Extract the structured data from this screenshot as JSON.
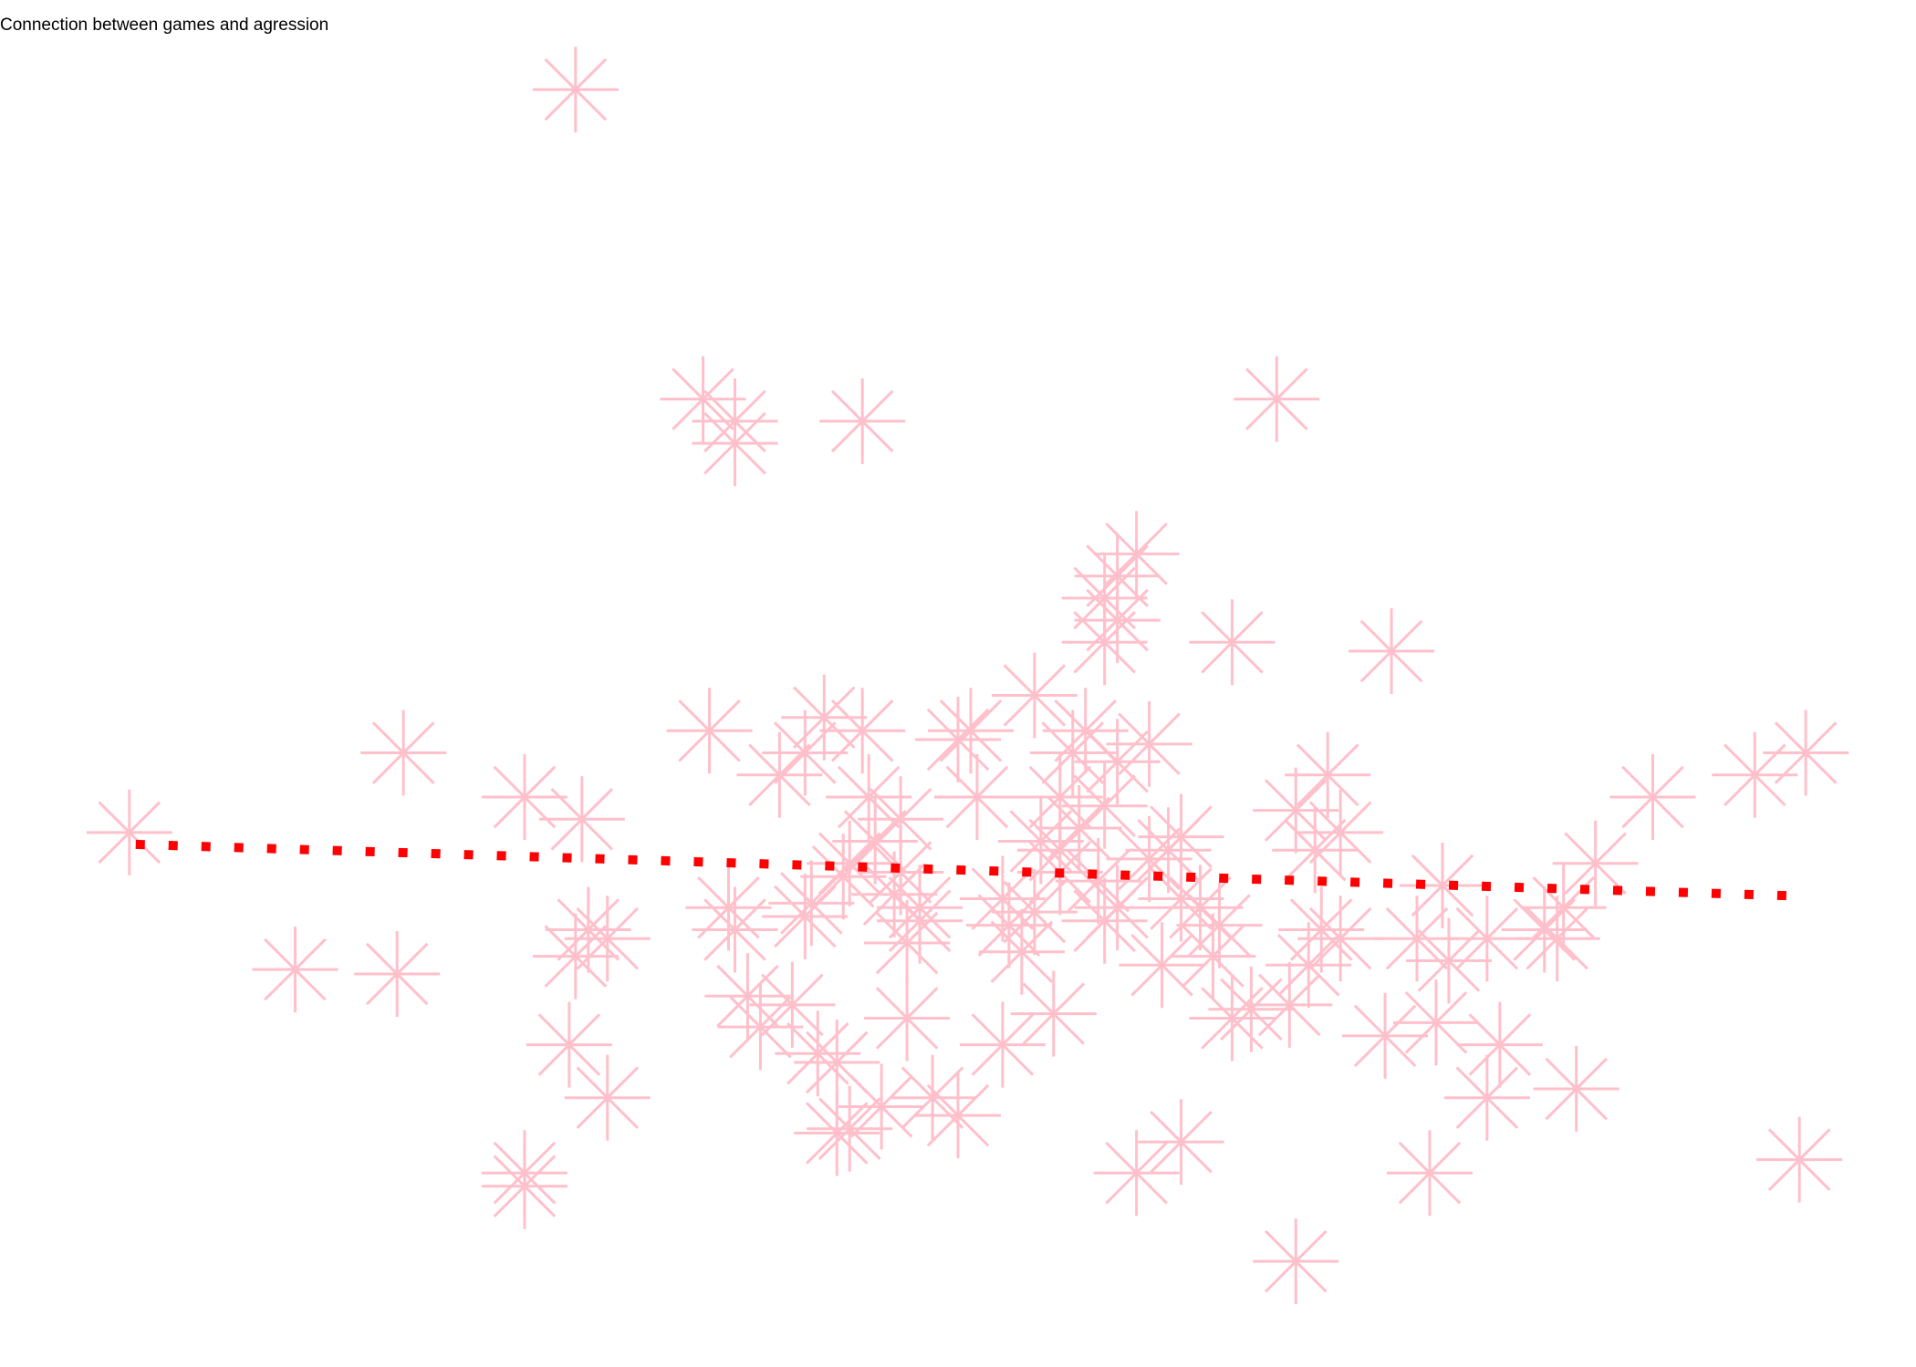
{
  "chart_data": {
    "type": "scatter",
    "title": "Connection between games and agression",
    "xlabel": "",
    "ylabel": "",
    "xlim": [
      -0.6,
      28.6
    ],
    "ylim": [
      -5.6,
      24.2
    ],
    "grid": false,
    "marker_color": "#ffc0cb",
    "trend_color": "#ff0000",
    "series": [
      {
        "marker": "asterisk",
        "points": [
          [
            8,
            23
          ],
          [
            10,
            16
          ],
          [
            10.5,
            15.5
          ],
          [
            10.5,
            15
          ],
          [
            12.5,
            15.5
          ],
          [
            19,
            16
          ],
          [
            16.8,
            12.5
          ],
          [
            16.5,
            12
          ],
          [
            16.3,
            11.5
          ],
          [
            16.5,
            11
          ],
          [
            16.3,
            10.5
          ],
          [
            18.3,
            10.5
          ],
          [
            20.8,
            10.3
          ],
          [
            5.3,
            8
          ],
          [
            7.2,
            7
          ],
          [
            8.1,
            6.5
          ],
          [
            1,
            6.2
          ],
          [
            10.1,
            8.5
          ],
          [
            11.9,
            8.8
          ],
          [
            11.6,
            8
          ],
          [
            12.5,
            8.5
          ],
          [
            11.2,
            7.5
          ],
          [
            14.2,
            8.5
          ],
          [
            14,
            8.3
          ],
          [
            15.2,
            9.3
          ],
          [
            16,
            8.5
          ],
          [
            15.8,
            8
          ],
          [
            17,
            8.2
          ],
          [
            16.5,
            7.8
          ],
          [
            12.6,
            7
          ],
          [
            13.1,
            6.5
          ],
          [
            14.3,
            7
          ],
          [
            15.6,
            7
          ],
          [
            16.3,
            6.8
          ],
          [
            15.9,
            6.3
          ],
          [
            15.3,
            6
          ],
          [
            15.6,
            5.8
          ],
          [
            17.5,
            6.1
          ],
          [
            17.3,
            5.8
          ],
          [
            17,
            5.6
          ],
          [
            19.8,
            7.5
          ],
          [
            19.3,
            6.7
          ],
          [
            20,
            6.2
          ],
          [
            19.6,
            5.8
          ],
          [
            24.9,
            7
          ],
          [
            26.5,
            7.5
          ],
          [
            27.3,
            8
          ],
          [
            24,
            5.5
          ],
          [
            21.6,
            5
          ],
          [
            12.7,
            6
          ],
          [
            12.3,
            5.5
          ],
          [
            12.2,
            5.2
          ],
          [
            13.1,
            5.3
          ],
          [
            15.6,
            5.3
          ],
          [
            16.2,
            5.1
          ],
          [
            13,
            4.8
          ],
          [
            13.4,
            4.5
          ],
          [
            11.7,
            4.6
          ],
          [
            10.4,
            4.5
          ],
          [
            10.5,
            4
          ],
          [
            11.6,
            4.3
          ],
          [
            14.7,
            4.7
          ],
          [
            15.2,
            4.4
          ],
          [
            13.4,
            4.2
          ],
          [
            13.2,
            3.7
          ],
          [
            14.8,
            4.1
          ],
          [
            15,
            3.5
          ],
          [
            16.5,
            4.5
          ],
          [
            16.3,
            4.2
          ],
          [
            17.5,
            4.7
          ],
          [
            17.8,
            4.5
          ],
          [
            18.1,
            4.1
          ],
          [
            23.5,
            4.5
          ],
          [
            23.2,
            4
          ],
          [
            23.4,
            3.8
          ],
          [
            19.7,
            4
          ],
          [
            20,
            3.8
          ],
          [
            17.2,
            3.2
          ],
          [
            18,
            3.4
          ],
          [
            19.5,
            3.2
          ],
          [
            21.2,
            3.8
          ],
          [
            22.3,
            3.8
          ],
          [
            21.7,
            3.3
          ],
          [
            3.6,
            3.1
          ],
          [
            5.2,
            3
          ],
          [
            8.2,
            4
          ],
          [
            8.5,
            3.8
          ],
          [
            8,
            3.4
          ],
          [
            10.7,
            2.5
          ],
          [
            11.4,
            2.3
          ],
          [
            10.9,
            1.8
          ],
          [
            13.2,
            2
          ],
          [
            15.5,
            2.1
          ],
          [
            14.7,
            1.4
          ],
          [
            11.8,
            1.2
          ],
          [
            12.1,
            1
          ],
          [
            7.9,
            1.4
          ],
          [
            8.5,
            0.2
          ],
          [
            13.6,
            0.2
          ],
          [
            12.8,
            0
          ],
          [
            12.3,
            -0.5
          ],
          [
            12.1,
            -0.6
          ],
          [
            14,
            -0.2
          ],
          [
            20.7,
            1.6
          ],
          [
            19.2,
            2.3
          ],
          [
            18.6,
            2.2
          ],
          [
            18.3,
            2
          ],
          [
            22.5,
            1.4
          ],
          [
            21.5,
            1.9
          ],
          [
            22.3,
            0.2
          ],
          [
            23.7,
            0.4
          ],
          [
            7.2,
            -1.5
          ],
          [
            7.2,
            -1.8
          ],
          [
            17.5,
            -0.8
          ],
          [
            16.8,
            -1.5
          ],
          [
            21.4,
            -1.5
          ],
          [
            27.2,
            -1.2
          ],
          [
            19.3,
            -3.5
          ]
        ]
      }
    ],
    "trend_line": {
      "style": "dotted",
      "x": [
        1.1,
        27
      ],
      "y": [
        5.93,
        4.77
      ]
    }
  }
}
